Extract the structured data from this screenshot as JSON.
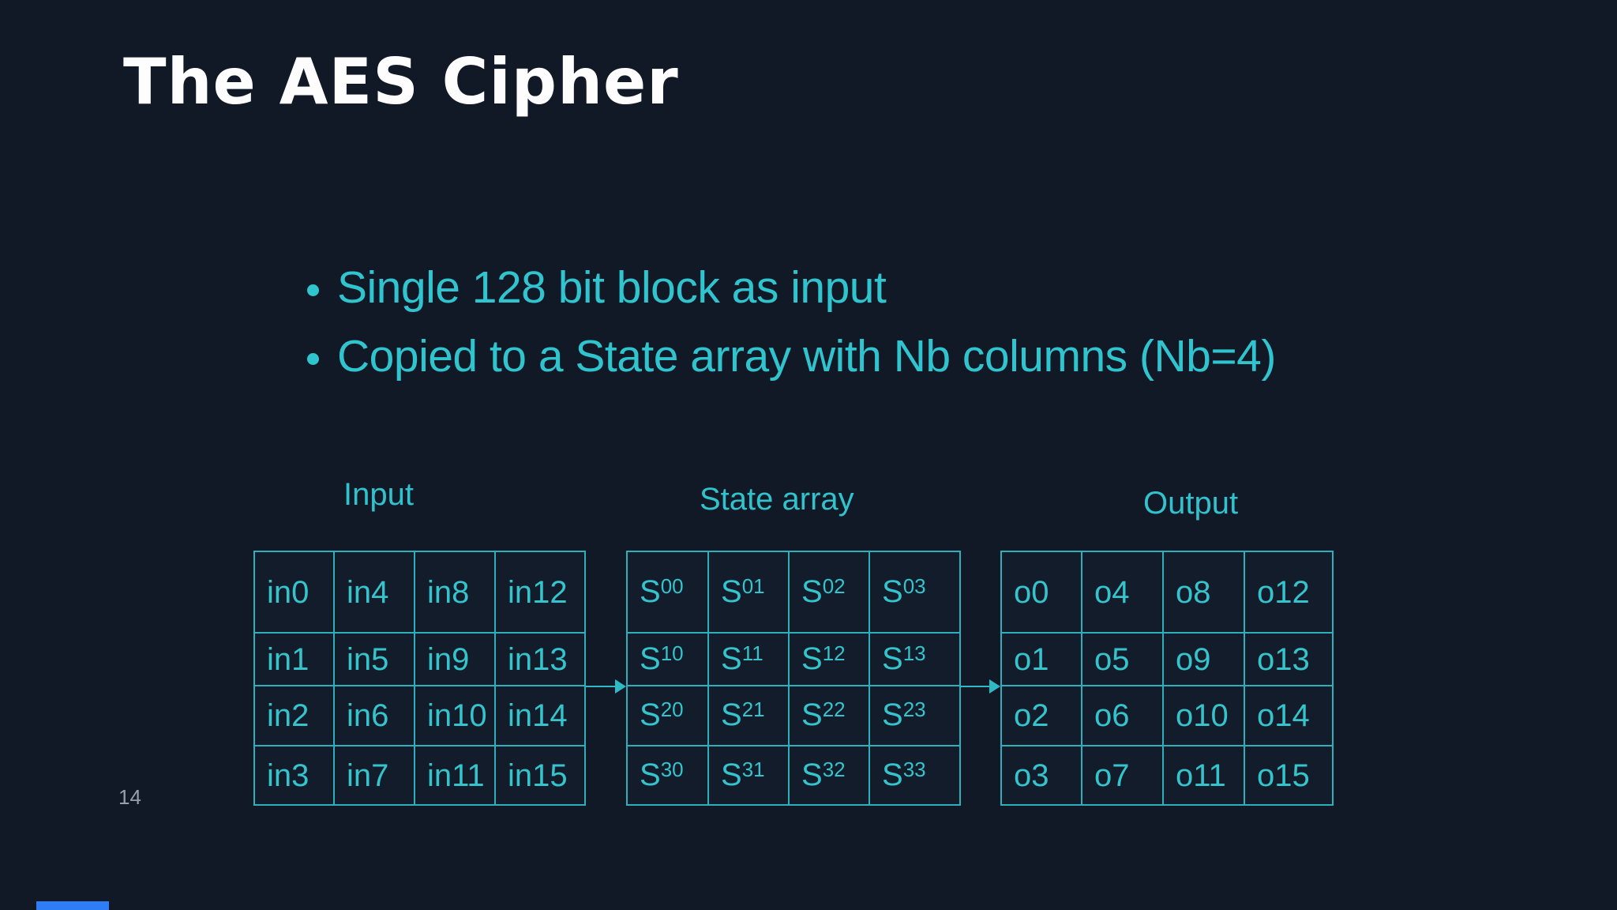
{
  "slide": {
    "title": "The AES Cipher",
    "page_number": "14",
    "bullets": [
      "Single 128 bit block as input",
      "Copied to a State array with Nb columns (Nb=4)"
    ],
    "colors": {
      "background": "#111826",
      "accent_teal_text": "#2fc4ce",
      "table_border": "#2eafbc",
      "title_text": "#fdfdfe",
      "page_number_text": "#97a0aa",
      "footer_bar_blue": "#2e7cf6"
    }
  },
  "diagram": {
    "tables": [
      {
        "id": "input",
        "label": "Input",
        "cells": [
          [
            {
              "t": "in0"
            },
            {
              "t": "in4"
            },
            {
              "t": "in8"
            },
            {
              "t": "in12"
            }
          ],
          [
            {
              "t": "in1"
            },
            {
              "t": "in5"
            },
            {
              "t": "in9"
            },
            {
              "t": "in13"
            }
          ],
          [
            {
              "t": "in2"
            },
            {
              "t": "in6"
            },
            {
              "t": "in10"
            },
            {
              "t": "in14"
            }
          ],
          [
            {
              "t": "in3"
            },
            {
              "t": "in7"
            },
            {
              "t": "in11"
            },
            {
              "t": "in15"
            }
          ]
        ]
      },
      {
        "id": "state",
        "label": "State array",
        "cells": [
          [
            {
              "t": "S",
              "sub": "00"
            },
            {
              "t": "S",
              "sub": "01"
            },
            {
              "t": "S",
              "sub": "02"
            },
            {
              "t": "S",
              "sub": "03"
            }
          ],
          [
            {
              "t": "S",
              "sub": "10"
            },
            {
              "t": "S",
              "sub": "11"
            },
            {
              "t": "S",
              "sub": "12"
            },
            {
              "t": "S",
              "sub": "13"
            }
          ],
          [
            {
              "t": "S",
              "sub": "20"
            },
            {
              "t": "S",
              "sub": "21"
            },
            {
              "t": "S",
              "sub": "22"
            },
            {
              "t": "S",
              "sub": "23"
            }
          ],
          [
            {
              "t": "S",
              "sub": "30"
            },
            {
              "t": "S",
              "sub": "31"
            },
            {
              "t": "S",
              "sub": "32"
            },
            {
              "t": "S",
              "sub": "33"
            }
          ]
        ]
      },
      {
        "id": "output",
        "label": "Output",
        "cells": [
          [
            {
              "t": "o0"
            },
            {
              "t": "o4"
            },
            {
              "t": "o8"
            },
            {
              "t": "o12"
            }
          ],
          [
            {
              "t": "o1"
            },
            {
              "t": "o5"
            },
            {
              "t": "o9"
            },
            {
              "t": "o13"
            }
          ],
          [
            {
              "t": "o2"
            },
            {
              "t": "o6"
            },
            {
              "t": "o10"
            },
            {
              "t": "o14"
            }
          ],
          [
            {
              "t": "o3"
            },
            {
              "t": "o7"
            },
            {
              "t": "o11"
            },
            {
              "t": "o15"
            }
          ]
        ]
      }
    ]
  }
}
